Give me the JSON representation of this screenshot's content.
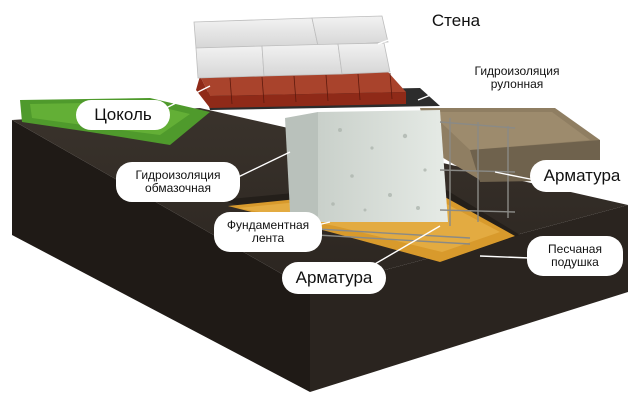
{
  "labels": {
    "wall": "Стена",
    "roll_waterproofing": [
      "Гидроизоляция",
      "рулонная"
    ],
    "plinth": "Цоколь",
    "coating_waterproofing": [
      "Гидроизоляция",
      "обмазочная"
    ],
    "rebar_right": "Арматура",
    "strip_foundation": [
      "Фундаментная",
      "лента"
    ],
    "rebar_bottom": "Арматура",
    "sand_cushion": [
      "Песчаная",
      "подушка"
    ]
  },
  "colors": {
    "soil": "#2e2822",
    "soil_side": "#3a322b",
    "grass": "#4f9a2c",
    "brick": "#8f2a18",
    "block": "#e8e8e8",
    "concrete": "#cfd6d0",
    "sand": "#d89a2c",
    "gravel": "#8f7e62"
  }
}
